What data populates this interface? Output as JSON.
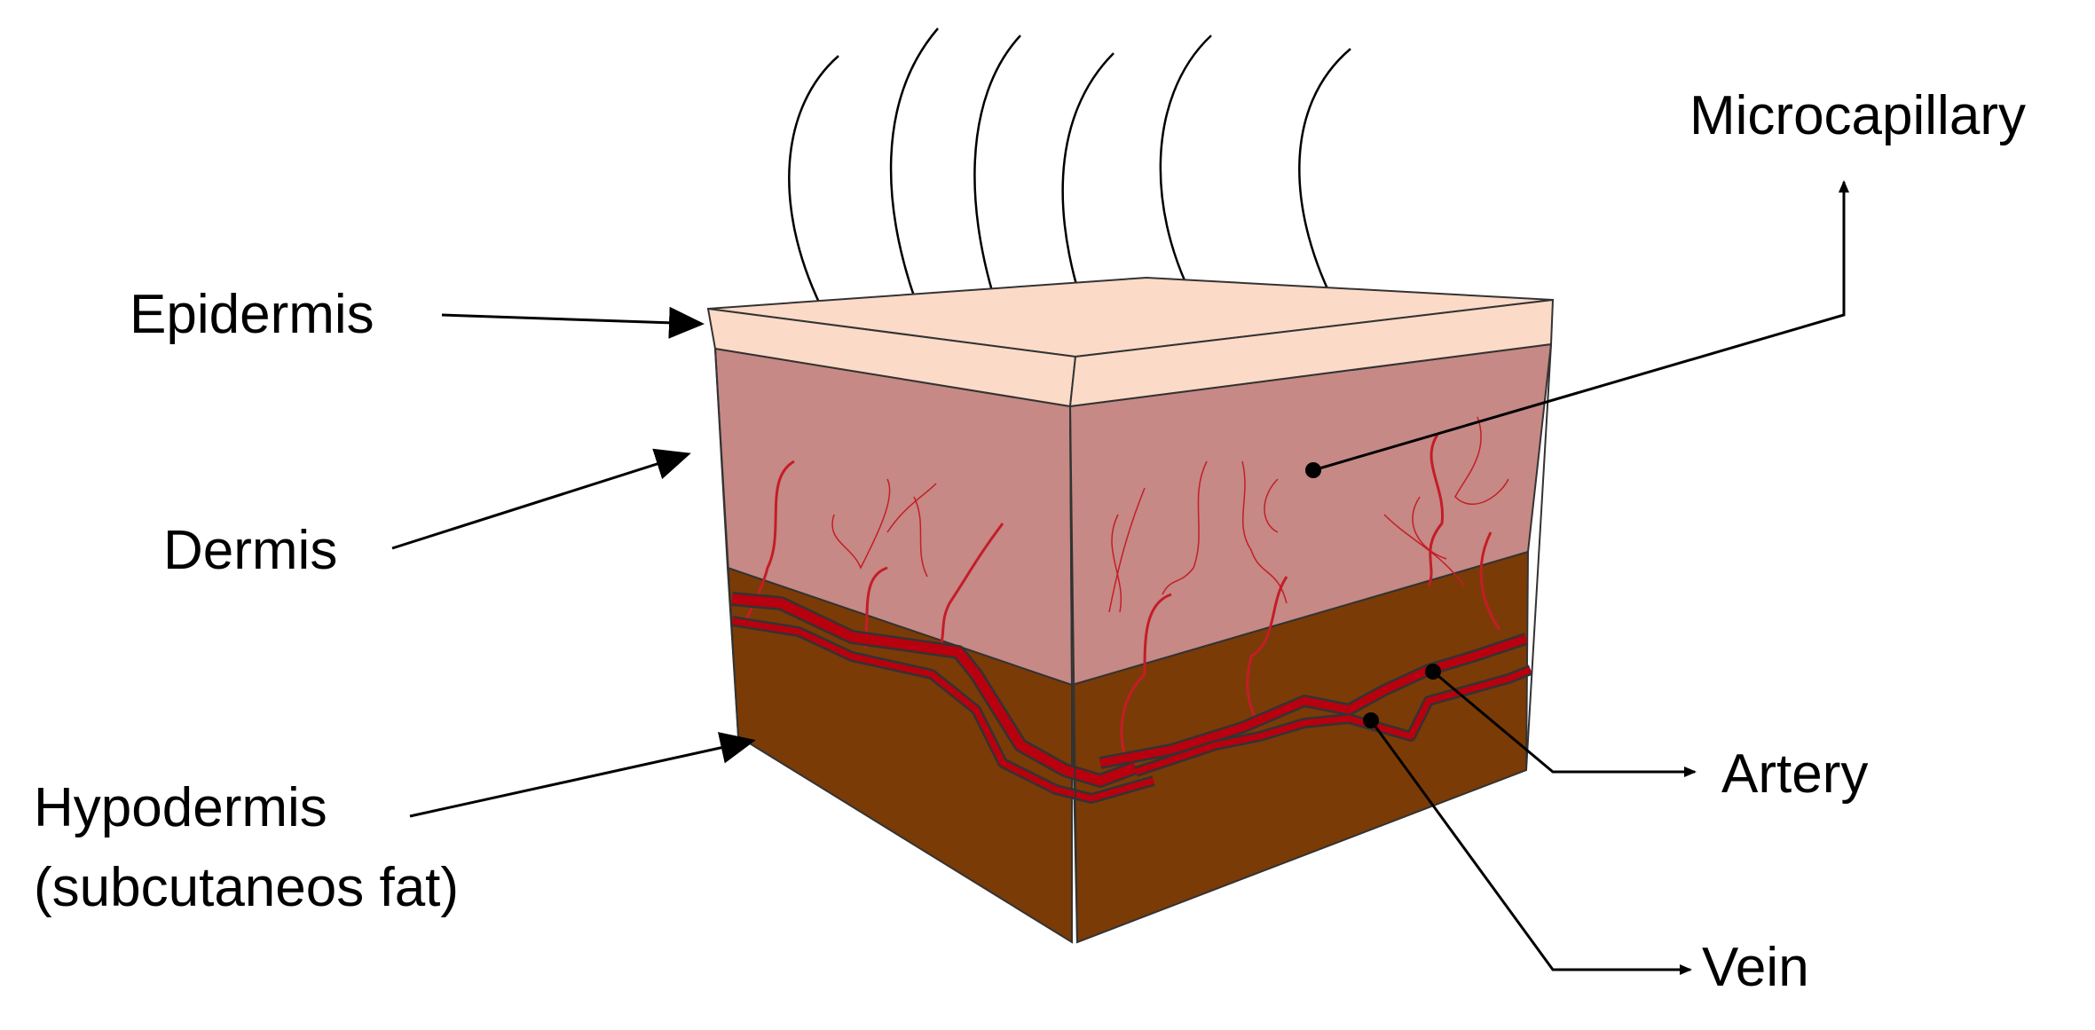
{
  "labels": {
    "epidermis": "Epidermis",
    "dermis": "Dermis",
    "hypodermis": "Hypodermis",
    "hypodermis_sub": "(subcutaneos fat)",
    "microcapillary": "Microcapillary",
    "artery": "Artery",
    "vein": "Vein"
  },
  "colors": {
    "epidermis": "#fcdac8",
    "dermis": "#c68985",
    "hypodermis": "#7b3b06",
    "vessel": "#b8000f",
    "capillary": "#c41d28",
    "outline": "#333333"
  }
}
